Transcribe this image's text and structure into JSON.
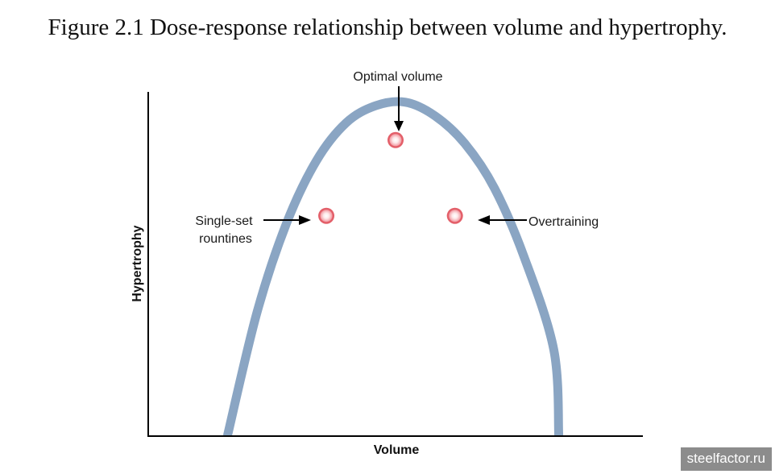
{
  "figure": {
    "title": "Figure 2.1 Dose-response relationship between volume and hypertrophy."
  },
  "chart_data": {
    "type": "line",
    "title": "Figure 2.1 Dose-response relationship between volume and hypertrophy.",
    "xlabel": "Volume",
    "ylabel": "Hypertrophy",
    "xlim": [
      0,
      100
    ],
    "ylim": [
      0,
      100
    ],
    "grid": false,
    "ticks": false,
    "series": [
      {
        "x": [
          16,
          22,
          28,
          34,
          40,
          46,
          52,
          58,
          64,
          70,
          76,
          82,
          83
        ],
        "y": [
          0,
          36,
          62,
          80,
          91,
          96,
          97,
          93,
          85,
          72,
          52,
          25,
          0
        ],
        "color": "#8aa5c3"
      }
    ],
    "markers": [
      {
        "key": "single_set",
        "x": 36,
        "y": 64,
        "color": "#f0a7ad"
      },
      {
        "key": "optimal",
        "x": 50,
        "y": 86,
        "color": "#f0a7ad"
      },
      {
        "key": "overtraining",
        "x": 62,
        "y": 64,
        "color": "#f0a7ad"
      }
    ],
    "annotations": {
      "optimal": "Optimal volume",
      "single_set_line1": "Single-set",
      "single_set_line2": "rountines",
      "overtraining": "Overtraining"
    }
  },
  "watermark": {
    "text": "steelfactor.ru"
  }
}
